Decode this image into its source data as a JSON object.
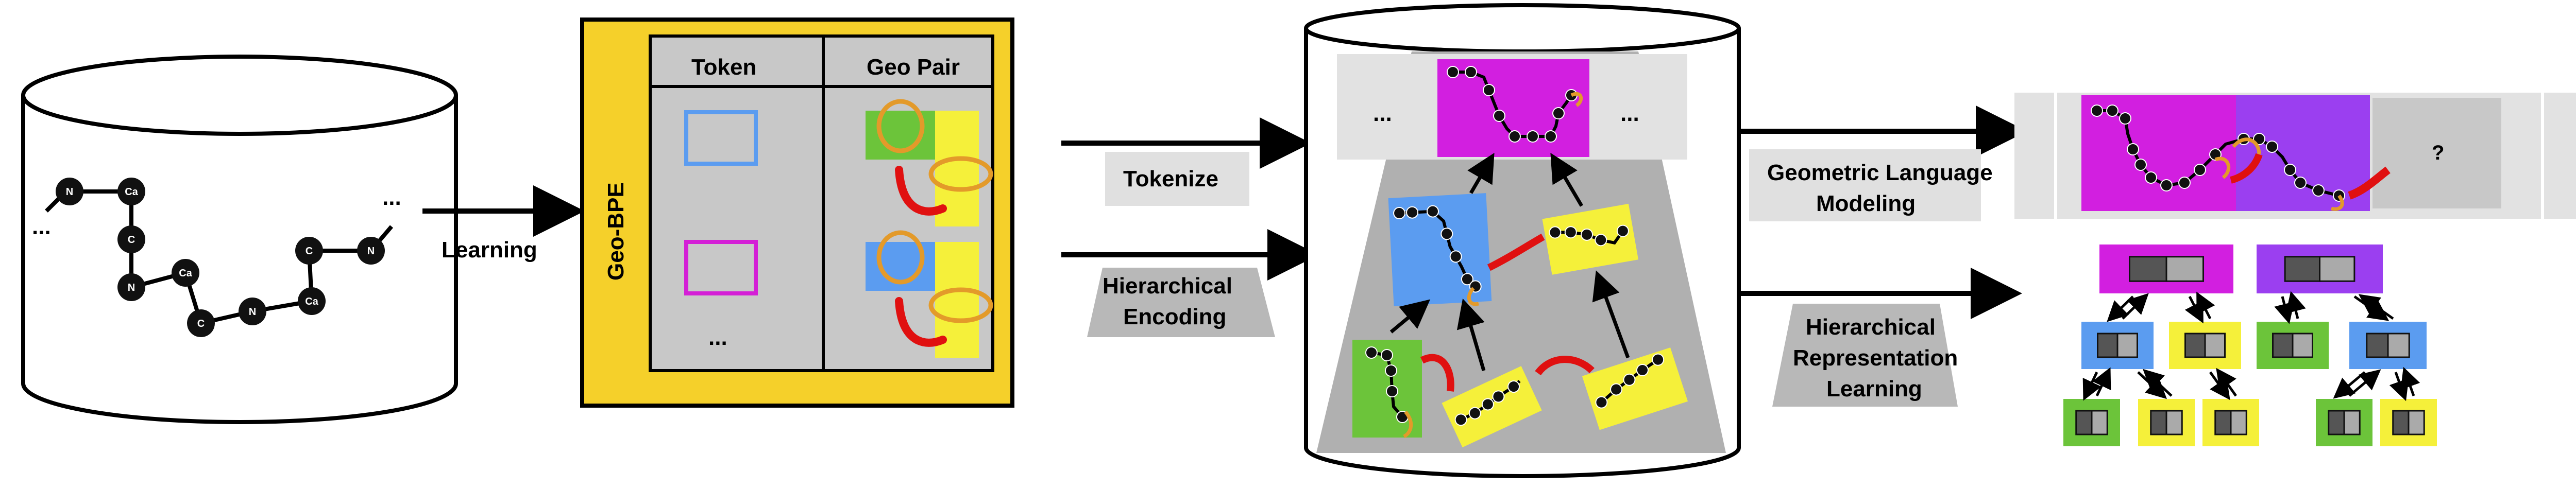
{
  "database_molecule": {
    "atoms": [
      "N",
      "Ca",
      "C",
      "N",
      "Ca",
      "C",
      "N",
      "Ca",
      "C",
      "N"
    ],
    "ellipsis_left": "...",
    "ellipsis_right": "..."
  },
  "learning_label": "Learning",
  "geobpe": {
    "title": "Geo-BPE",
    "col_token": "Token",
    "col_geo_pair": "Geo Pair",
    "ellipsis": "...",
    "token_colors": [
      "#5b9cf0",
      "#d41fd6"
    ]
  },
  "tokenize_label": "Tokenize",
  "hierarchical_encoding_label": [
    "Hierarchical",
    "Encoding"
  ],
  "hierarchy": {
    "ellipsis_left": "...",
    "ellipsis_right": "..."
  },
  "geometric_language_modeling_label": [
    "Geometric Language",
    "Modeling"
  ],
  "question_mark": "?",
  "hierarchical_representation_learning_label": [
    "Hierarchical",
    "Representation",
    "Learning"
  ],
  "colors": {
    "gold": "#f5c518",
    "magenta": "#d21fe0",
    "blue": "#5b9cf0",
    "yellow": "#f5f03a",
    "green": "#6cc43a",
    "purple": "#9b3ff0",
    "gray_box": "#c8c8c8",
    "bond_red": "#e01010",
    "bond_orange": "#e39a2a"
  }
}
